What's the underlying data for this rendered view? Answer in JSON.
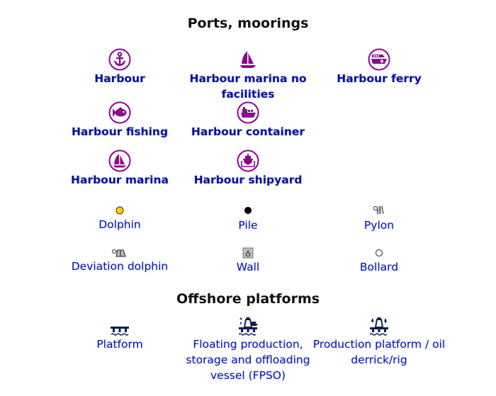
{
  "sections": {
    "ports": {
      "title": "Ports, moorings"
    },
    "offshore": {
      "title": "Offshore platforms"
    }
  },
  "harbour_items": [
    {
      "label": "Harbour",
      "icon": "anchor-icon"
    },
    {
      "label": "Harbour marina no facilities",
      "icon": "sailboat-icon"
    },
    {
      "label": "Harbour ferry",
      "icon": "ferry-icon"
    },
    {
      "label": "Harbour fishing",
      "icon": "fish-icon"
    },
    {
      "label": "Harbour container",
      "icon": "container-ship-icon"
    },
    {
      "label": "Harbour marina",
      "icon": "sailboat-circle-icon"
    },
    {
      "label": "Harbour shipyard",
      "icon": "shipyard-icon"
    }
  ],
  "mooring_items": [
    {
      "label": "Dolphin",
      "icon": "yellow-circle-icon"
    },
    {
      "label": "Pile",
      "icon": "black-dot-icon"
    },
    {
      "label": "Pylon",
      "icon": "pylon-icon"
    },
    {
      "label": "Deviation dolphin",
      "icon": "deviation-dolphin-icon"
    },
    {
      "label": "Wall",
      "icon": "wall-icon"
    },
    {
      "label": "Bollard",
      "icon": "bollard-icon"
    }
  ],
  "offshore_items": [
    {
      "label": "Platform",
      "icon": "platform-icon"
    },
    {
      "label": "Floating production, storage and offloading vessel (FPSO)",
      "icon": "fpso-icon"
    },
    {
      "label": "Production platform / oil derrick/rig",
      "icon": "oil-rig-icon"
    }
  ],
  "colors": {
    "harbour_icon": "#8b0a8b",
    "label_text": "#1010b0",
    "dolphin_fill": "#ffd700"
  }
}
